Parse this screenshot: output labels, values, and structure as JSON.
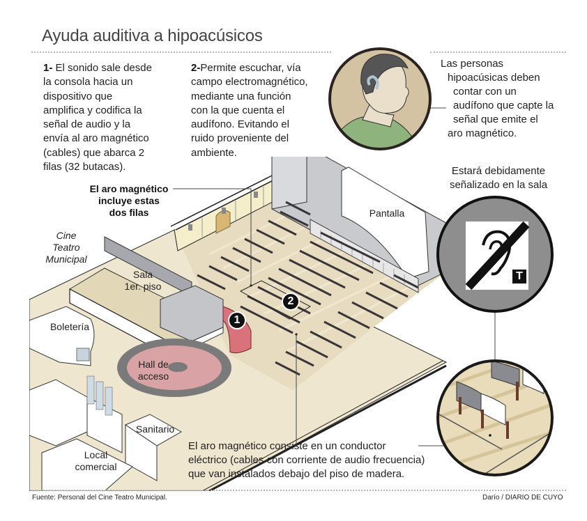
{
  "title": "Ayuda auditiva a hipoacúsicos",
  "steps": [
    {
      "number": "1-",
      "text_lines": [
        "El sonido sale desde",
        "la consola hacia un",
        "dispositivo que",
        "amplifica y codifica la",
        "señal de audio y la",
        "envía al aro magnético",
        "(cables) que abarca 2",
        "filas (32 butacas)."
      ]
    },
    {
      "number": "2-",
      "text_lines": [
        "Permite escuchar, vía",
        "campo electromagnético,",
        "mediante una función",
        "con la que cuenta el",
        "audífono. Evitando el",
        "ruido proveniente del",
        "ambiente."
      ]
    }
  ],
  "person_note": [
    "Las personas",
    "hipoacúsicas deben",
    "contar con un",
    "audífono que capte la",
    "señal que emite el",
    "aro magnético."
  ],
  "sign_note": [
    "Estará debidamente",
    "señalizado en la sala"
  ],
  "sign_badge": "T",
  "ring_rows_label": [
    "El aro magnético",
    "incluye estas",
    "dos filas"
  ],
  "building_label": [
    "Cine",
    "Teatro",
    "Municipal"
  ],
  "areas": {
    "sala": [
      "Sala",
      "1er. piso"
    ],
    "pantalla": "Pantalla",
    "boleteria": "Boletería",
    "hall": [
      "Hall de",
      "acceso"
    ],
    "sanitario": "Sanitario",
    "local": [
      "Local",
      "comercial"
    ]
  },
  "markers": [
    "1",
    "2"
  ],
  "cable_note": [
    "El aro magnético consiste en un conductor",
    "eléctrico (cables con corriente de audio frecuencia)",
    "que van instalados debajo del piso de madera."
  ],
  "footer": {
    "source": "Fuente: Personal del Cine Teatro Municipal.",
    "credit": "Darío / DIARIO DE CUYO"
  },
  "colors": {
    "floor": "#e8dcc0",
    "wall": "#f5eecb",
    "gray_block": "#b9babf",
    "hall_ring": "#7a7a7a",
    "hall_fill": "#d9a3a6",
    "console": "#d9727a",
    "seat": "#3a3538",
    "person_bg": "#d3c3a3",
    "shirt": "#8fb37d",
    "sign_bg": "#8e8e8e"
  }
}
